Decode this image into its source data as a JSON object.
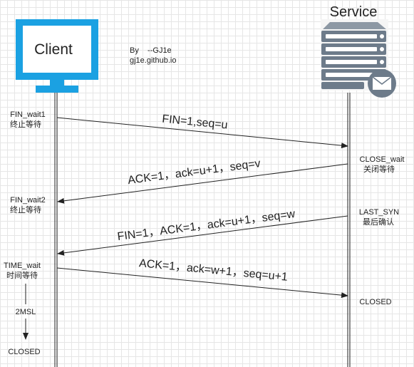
{
  "client": {
    "label": "Client",
    "label_color": "#e02020",
    "icon": "monitor-icon",
    "icon_color": "#1ba1e2"
  },
  "server": {
    "label": "Service",
    "label_color": "#e02020",
    "icon": "server-mail-icon"
  },
  "author": {
    "line1": "By    --GJ1e",
    "line2": "gj1e.github.io"
  },
  "client_states": [
    {
      "line1": "FIN_wait1",
      "line2": "终止等待"
    },
    {
      "line1": "FIN_wait2",
      "line2": "终止等待"
    },
    {
      "line1": "TIME_wait",
      "line2": "时间等待"
    },
    {
      "line1": "CLOSED",
      "line2": ""
    }
  ],
  "server_states": [
    {
      "line1": "CLOSE_wait",
      "line2": "关闭等待"
    },
    {
      "line1": "LAST_SYN",
      "line2": "最后确认"
    },
    {
      "line1": "CLOSED",
      "line2": ""
    }
  ],
  "messages": [
    {
      "label": "FIN=1,seq=u",
      "direction": "client-to-server"
    },
    {
      "label": "ACK=1，ack=u+1，seq=v",
      "direction": "server-to-client"
    },
    {
      "label": "FIN=1，ACK=1，ack=u+1，seq=w",
      "direction": "server-to-client"
    },
    {
      "label": "ACK=1，ack=w+1，seq=u+1",
      "direction": "client-to-server"
    }
  ],
  "wait_timer": {
    "label": "2MSL",
    "color": "#e02020"
  }
}
